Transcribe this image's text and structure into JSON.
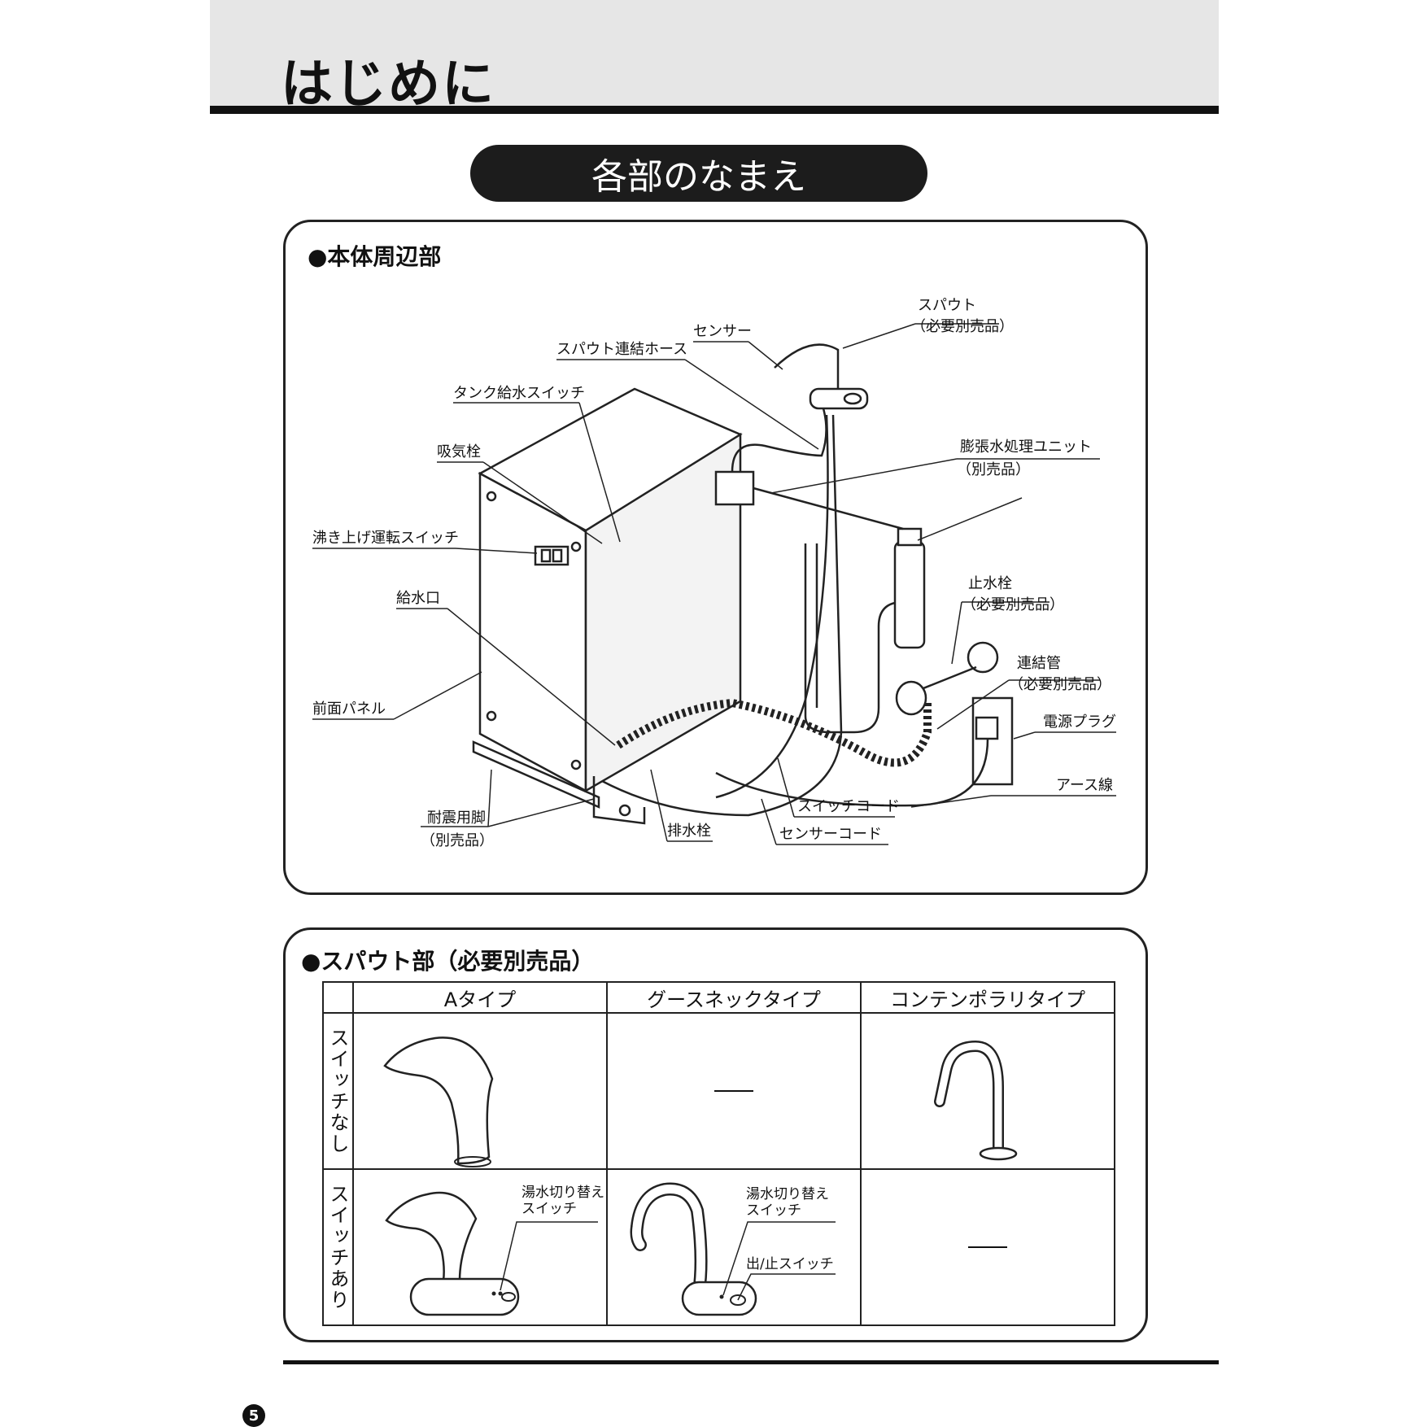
{
  "header": {
    "title": "はじめに"
  },
  "section": {
    "title": "各部のなまえ"
  },
  "body_panel": {
    "heading": "●本体周辺部",
    "labels": {
      "spout": "スパウト",
      "spout_note": "（必要別売品）",
      "sensor": "センサー",
      "spout_hose": "スパウト連結ホース",
      "tank_switch": "タンク給水スイッチ",
      "intake_valve": "吸気栓",
      "boil_switch": "沸き上げ運転スイッチ",
      "inlet": "給水口",
      "front_panel": "前面パネル",
      "seismic_leg": "耐震用脚",
      "seismic_leg_note": "（別売品）",
      "drain_valve": "排水栓",
      "expansion_unit": "膨張水処理ユニット",
      "expansion_unit_note": "（別売品）",
      "stop_valve": "止水栓",
      "stop_valve_note": "（必要別売品）",
      "connecting_pipe": "連結管",
      "connecting_pipe_note": "（必要別売品）",
      "power_plug": "電源プラグ",
      "earth_wire": "アース線",
      "switch_cord": "スイッチコード",
      "sensor_cord": "センサーコード"
    }
  },
  "spout_panel": {
    "heading": "●スパウト部（必要別売品）",
    "columns": [
      "Aタイプ",
      "グースネックタイプ",
      "コンテンポラリタイプ"
    ],
    "rows": [
      "スイッチなし",
      "スイッチあり"
    ],
    "dash": "—",
    "hot_cold_switch": "湯水切り替え\nスイッチ",
    "on_off_switch": "出/止スイッチ"
  },
  "footer": {
    "page_number": "5"
  }
}
